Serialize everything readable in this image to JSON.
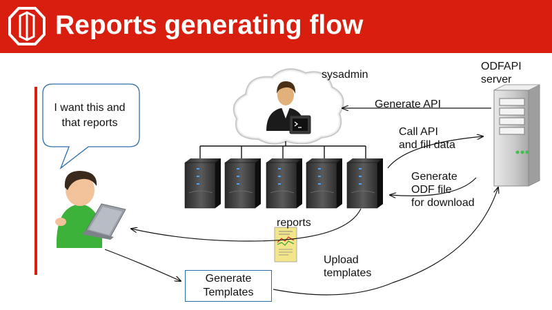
{
  "header": {
    "title": "Reports generating flow",
    "background_color": "#d81e0f",
    "logo": "shield-logo"
  },
  "user": {
    "speech": [
      "I want this and",
      "that reports"
    ],
    "icon": "user-with-laptop-icon"
  },
  "sysadmin": {
    "label": "sysadmin",
    "icon": "sysadmin-in-cloud-icon"
  },
  "server": {
    "label_lines": [
      "ODFAPI",
      "server"
    ],
    "icon": "tower-server-icon"
  },
  "server_farm": {
    "icon": "server-rack-icon",
    "count": 5
  },
  "document": {
    "label": "reports",
    "icon": "report-document-icon"
  },
  "process_box": {
    "label_lines": [
      "Generate",
      "Templates"
    ]
  },
  "edges": {
    "generate_api": "Generate API",
    "call_api": [
      "Call API",
      "and fill data"
    ],
    "generate_odf": [
      "Generate",
      "ODF file",
      "for download"
    ],
    "upload_templates": [
      "Upload",
      "templates"
    ]
  },
  "colors": {
    "accent_red": "#d81e0f",
    "box_border": "#2c6da8",
    "user_shirt": "#3db23a",
    "document_yellow": "#f3e58a"
  }
}
